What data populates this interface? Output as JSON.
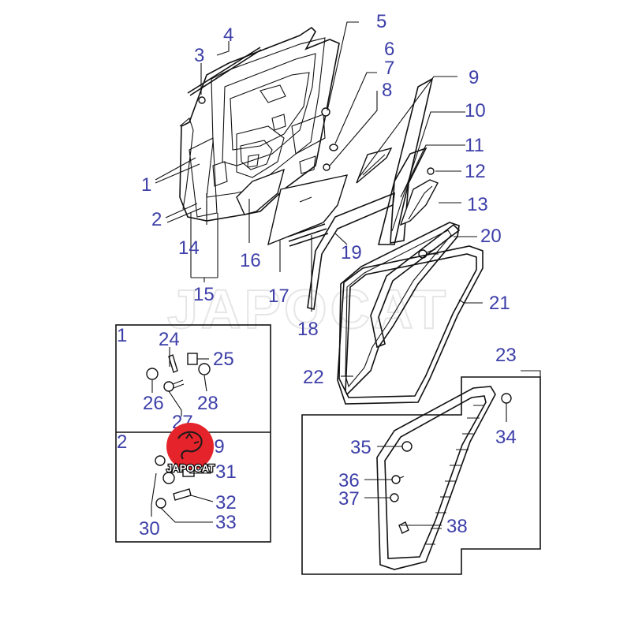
{
  "callouts": [
    "1",
    "2",
    "3",
    "4",
    "5",
    "6",
    "7",
    "8",
    "9",
    "10",
    "11",
    "12",
    "13",
    "14",
    "15",
    "16",
    "17",
    "18",
    "19",
    "20",
    "21",
    "22",
    "23",
    "24",
    "25",
    "26",
    "27",
    "28",
    "29",
    "30",
    "31",
    "32",
    "33",
    "34",
    "35",
    "36",
    "37",
    "38"
  ],
  "inset_labels": {
    "top": "1",
    "bottom": "2"
  },
  "watermark": "JAPOCAT",
  "logo": {
    "text": "JAPOCAT",
    "color": "#e5232a"
  },
  "colors": {
    "callout": "#3d3fa8",
    "line": "#111111"
  }
}
